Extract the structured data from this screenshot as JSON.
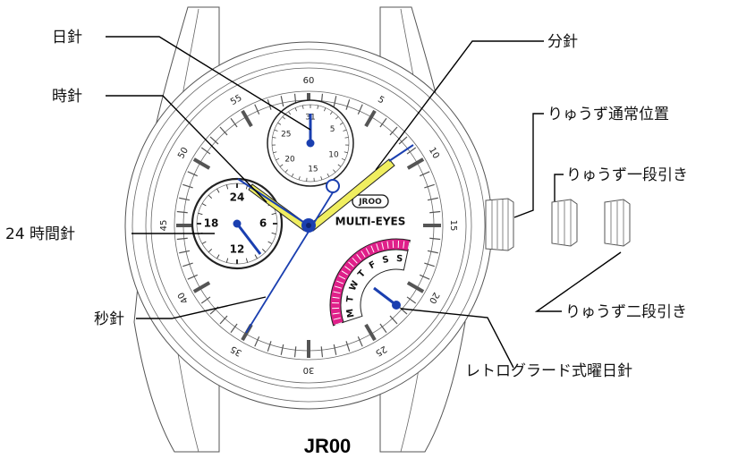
{
  "labels": {
    "day_hand": "日針",
    "hour_hand": "時針",
    "h24_hand": "24 時間針",
    "second_hand": "秒針",
    "minute_hand": "分針",
    "crown_normal": "りゅうず通常位置",
    "crown_step1": "りゅうず一段引き",
    "crown_step2": "りゅうず二段引き",
    "retro_hand": "レトログラード式曜日針"
  },
  "model": "JR00",
  "dial": {
    "brand": "JROO",
    "name": "MULTI-EYES",
    "bezel_numbers": [
      "60",
      "5",
      "10",
      "15",
      "20",
      "25",
      "30",
      "35",
      "40",
      "45",
      "50",
      "55"
    ],
    "sub_day_numbers": [
      "31",
      "5",
      "10",
      "15",
      "20",
      "25"
    ],
    "sub_24h_numbers": [
      "24",
      "6",
      "12",
      "18"
    ],
    "weekdays": [
      "M",
      "T",
      "W",
      "T",
      "F",
      "S",
      "S"
    ]
  },
  "colors": {
    "hand_blue": "#1a3fb0",
    "hand_yellow": "#f0ee60",
    "retro_magenta": "#e0208a"
  }
}
